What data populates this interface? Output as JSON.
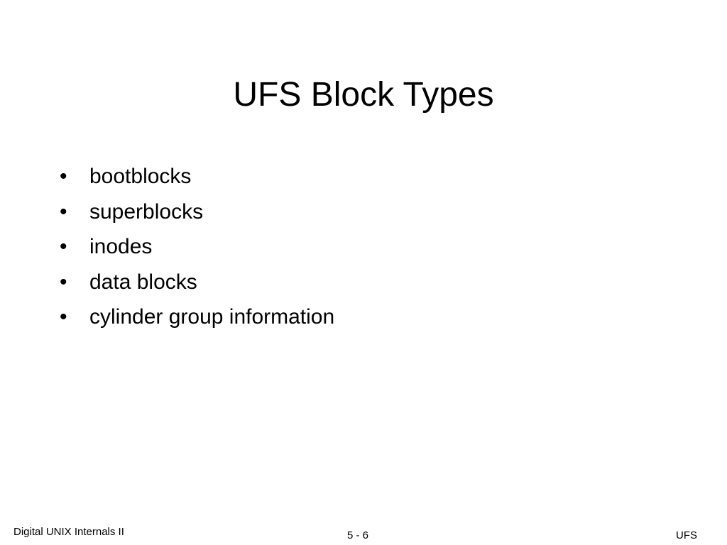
{
  "slide": {
    "title": "UFS Block Types",
    "bullets": [
      {
        "glyph": "•",
        "text": "bootblocks"
      },
      {
        "glyph": "•",
        "text": "superblocks"
      },
      {
        "glyph": "•",
        "text": "inodes"
      },
      {
        "glyph": "•",
        "text": "data blocks"
      },
      {
        "glyph": "•",
        "text": "cylinder group information"
      }
    ]
  },
  "footer": {
    "left": "Digital UNIX Internals II",
    "center": "5 - 6",
    "right": "UFS"
  }
}
